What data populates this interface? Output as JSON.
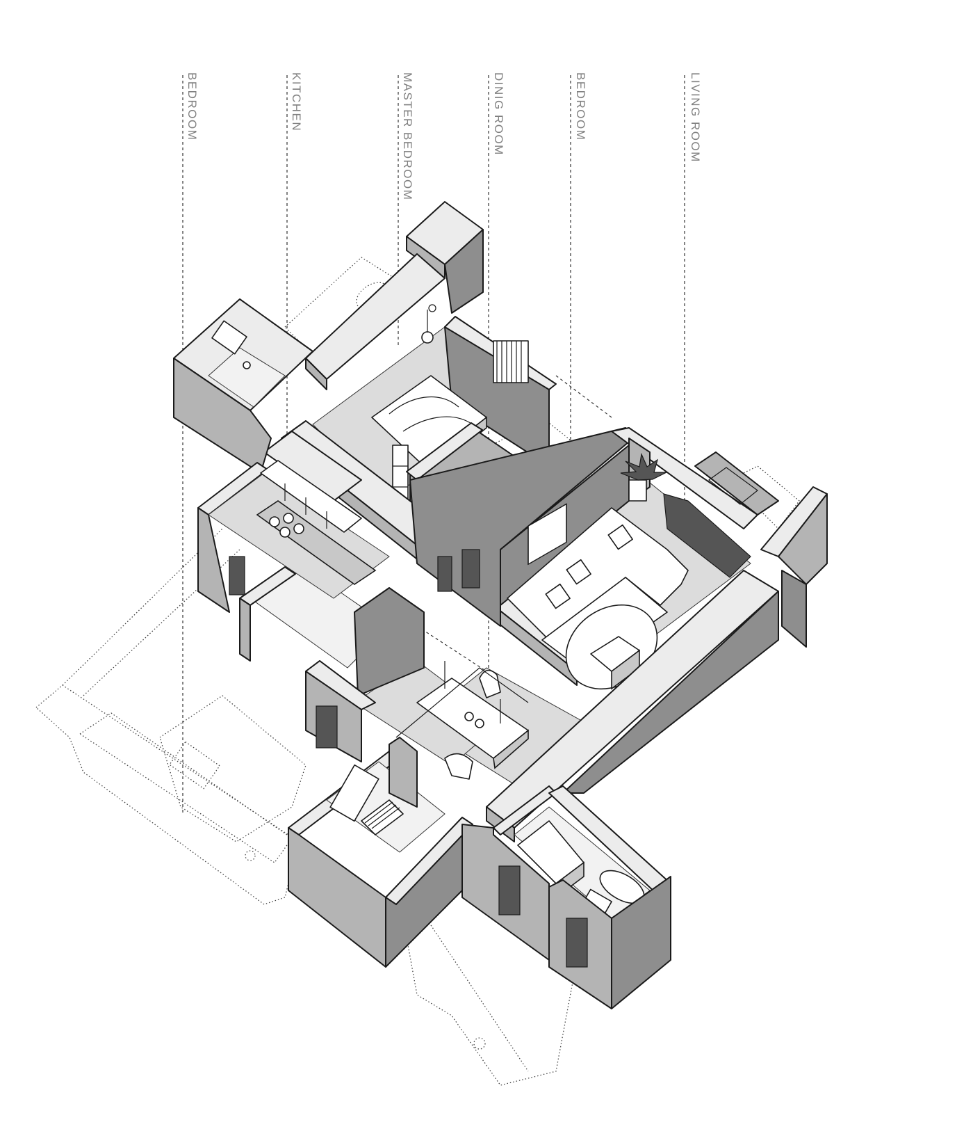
{
  "labels": {
    "bedroom_1": "BEDROOM",
    "kitchen": "KITCHEN",
    "master_bedroom": "MASTER BEDROOM",
    "dining_room": "DINIG ROOM",
    "bedroom_2": "BEDROOM",
    "living_room": "LIVING ROOM"
  },
  "colors": {
    "background": "#ffffff",
    "wall_top": "#ececec",
    "wall_side": "#8e8e8e",
    "floor": "#dcdcdc",
    "label": "#808080",
    "line": "#1a1a1a"
  }
}
